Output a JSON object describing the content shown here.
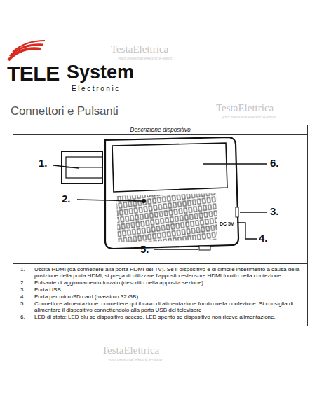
{
  "diagram": {
    "title": "Connettori e Pulsanti",
    "nodes": [
      {
        "text": [
          "Descrizione dispositivo"
        ]
      }
    ],
    "labels": [
      "TELE",
      "System",
      "Electronic",
      "TestaElettrica",
      "your personal electric e-shop",
      "TestaElettrica",
      "your personal electric e-shop",
      "TestaElettrica",
      "your personal electric e-shop",
      "1.",
      "2.",
      "3.",
      "4.",
      "5.",
      "6.",
      "DC 5V",
      "1.",
      "Uscita HDMI (da connettere alla porta HDMI del TV). Se il dispositivo è di difficile inserimento a causa della posizione della porta HDMI, si prega di utilizzare l'apposito estensore HDMI fornito nella confezione.",
      "2.",
      "Pulsante di aggiornamento forzato (descritto nella apposita sezione)",
      "3.",
      "Porta USB",
      "4.",
      "Porta per microSD card (massimo 32 GB)",
      "5.",
      "Connettore alimentazione: connettere qui il cavo di alimentazione fornito nella confezione. Si consiglia di alimentare il dispositivo connettendolo alla porta USB del televisore",
      "6.",
      "LED di stato: LED blu se dispositivo acceso, LED spento se dispositivo non riceve alimentazione."
    ]
  }
}
